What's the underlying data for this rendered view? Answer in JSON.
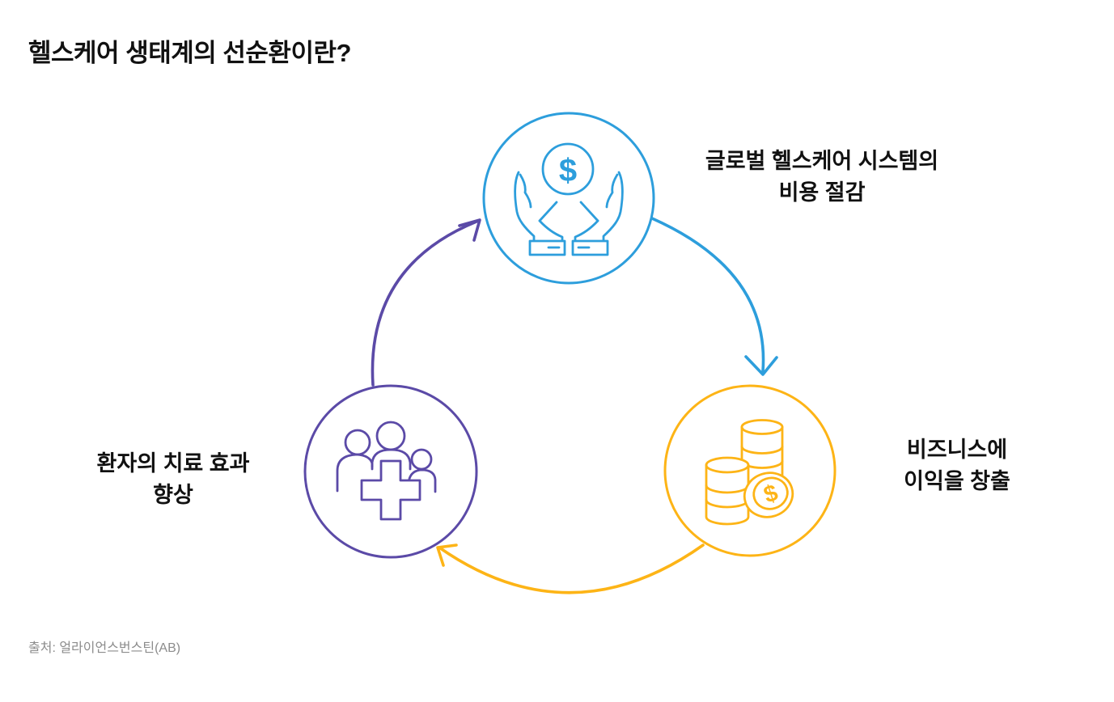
{
  "header": {
    "title": "헬스케어 생태계의 선순환이란?"
  },
  "footer": {
    "source": "출처: 얼라이언스번스틴(AB)"
  },
  "colors": {
    "blue": "#2D9EDC",
    "yellow": "#FDB416",
    "purple": "#5B4AA7",
    "text": "#111111",
    "muted": "#8C8C8C",
    "background": "#FFFFFF"
  },
  "diagram": {
    "type": "cycle",
    "dollar_glyph": "$",
    "nodes": [
      {
        "id": "global-cost-reduction",
        "position": "top",
        "color_key": "blue",
        "icon": "hands-holding-dollar-coin-icon",
        "label_line1": "글로벌 헬스케어 시스템의",
        "label_line2": "비용 절감"
      },
      {
        "id": "business-profit",
        "position": "bottom-right",
        "color_key": "yellow",
        "icon": "coin-stacks-dollar-icon",
        "label_line1": "비즈니스에",
        "label_line2": "이익을 창출"
      },
      {
        "id": "patient-outcomes",
        "position": "bottom-left",
        "color_key": "purple",
        "icon": "patients-medical-cross-icon",
        "label_line1": "환자의 치료 효과",
        "label_line2": "향상"
      }
    ],
    "arrows": [
      {
        "from": "patient-outcomes",
        "to": "global-cost-reduction",
        "color_key": "purple"
      },
      {
        "from": "global-cost-reduction",
        "to": "business-profit",
        "color_key": "blue"
      },
      {
        "from": "business-profit",
        "to": "patient-outcomes",
        "color_key": "yellow"
      }
    ]
  }
}
